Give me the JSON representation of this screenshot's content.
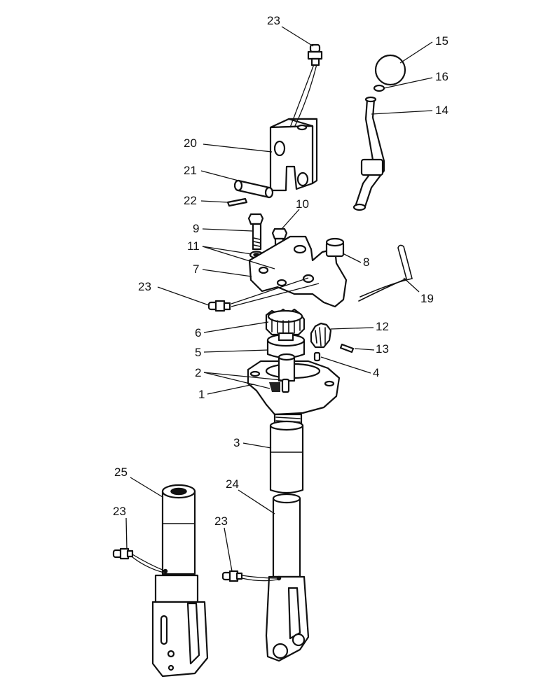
{
  "callouts": [
    {
      "id": "c23a",
      "text": "23"
    },
    {
      "id": "c15",
      "text": "15"
    },
    {
      "id": "c16",
      "text": "16"
    },
    {
      "id": "c14",
      "text": "14"
    },
    {
      "id": "c20",
      "text": "20"
    },
    {
      "id": "c21",
      "text": "21"
    },
    {
      "id": "c22",
      "text": "22"
    },
    {
      "id": "c10",
      "text": "10"
    },
    {
      "id": "c9",
      "text": "9"
    },
    {
      "id": "c11",
      "text": "11"
    },
    {
      "id": "c8",
      "text": "8"
    },
    {
      "id": "c7",
      "text": "7"
    },
    {
      "id": "c19",
      "text": "19"
    },
    {
      "id": "c23b",
      "text": "23"
    },
    {
      "id": "c6",
      "text": "6"
    },
    {
      "id": "c12",
      "text": "12"
    },
    {
      "id": "c5",
      "text": "5"
    },
    {
      "id": "c13",
      "text": "13"
    },
    {
      "id": "c2",
      "text": "2"
    },
    {
      "id": "c4",
      "text": "4"
    },
    {
      "id": "c1",
      "text": "1"
    },
    {
      "id": "c3",
      "text": "3"
    },
    {
      "id": "c25",
      "text": "25"
    },
    {
      "id": "c24",
      "text": "24"
    },
    {
      "id": "c23c",
      "text": "23"
    },
    {
      "id": "c23d",
      "text": "23"
    }
  ]
}
